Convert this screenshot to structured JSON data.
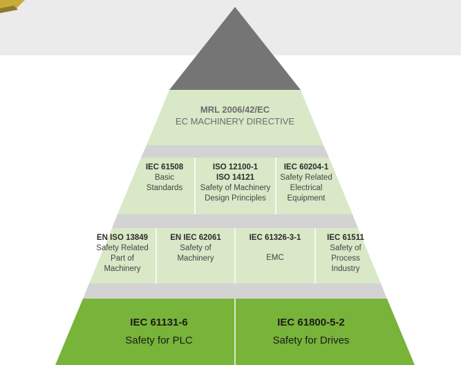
{
  "colors": {
    "background_band": "#ebebeb",
    "tier_light": "#d9e8c7",
    "spacer_band": "#d3d3d3",
    "apex": "#757575",
    "base_green": "#78b33a",
    "divider": "#ffffff",
    "image_fragment": "#c9ab3c"
  },
  "icons": {
    "top_left_fragment": "machinery-photo-fragment"
  },
  "pyramid": {
    "top": {
      "code": "MRL 2006/42/EC",
      "description": "EC MACHINERY DIRECTIVE"
    },
    "tier2": [
      {
        "codes": [
          "IEC 61508"
        ],
        "description": "Basic\nStandards"
      },
      {
        "codes": [
          "ISO 12100-1",
          "ISO 14121"
        ],
        "description": "Safety of Machinery\nDesign Principles"
      },
      {
        "codes": [
          "IEC 60204-1"
        ],
        "description": "Safety Related\nElectrical\nEquipment"
      }
    ],
    "tier3": [
      {
        "codes": [
          "EN ISO 13849"
        ],
        "description": "Safety Related\nPart of\nMachinery"
      },
      {
        "codes": [
          "EN IEC 62061"
        ],
        "description": "Safety of\nMachinery"
      },
      {
        "codes": [
          "IEC 61326-3-1"
        ],
        "description": "EMC"
      },
      {
        "codes": [
          "IEC 61511"
        ],
        "description": "Safety of\nProcess\nIndustry"
      }
    ],
    "base": [
      {
        "code": "IEC 61131-6",
        "description": "Safety for PLC"
      },
      {
        "code": "IEC 61800-5-2",
        "description": "Safety for Drives"
      }
    ]
  }
}
